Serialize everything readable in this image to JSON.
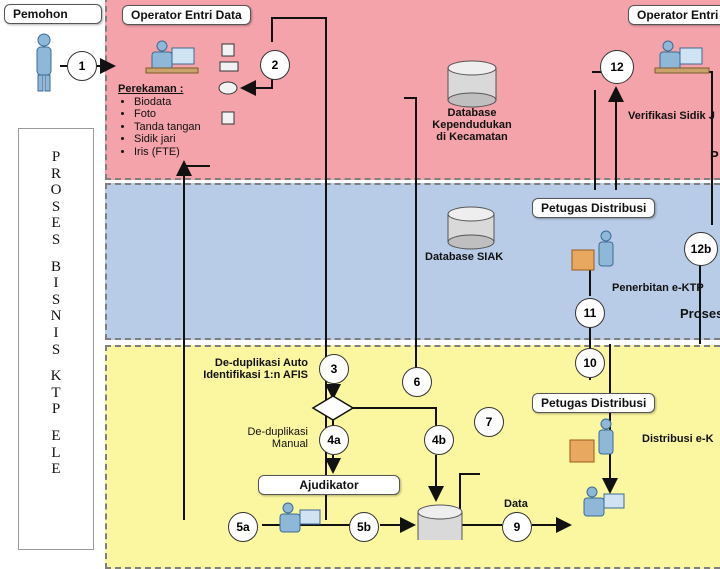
{
  "roles": {
    "pemohon": "Pemohon",
    "operator_left": "Operator Entri Data",
    "operator_right": "Operator Entri",
    "petugas_distribusi_blue": "Petugas Distribusi",
    "petugas_distribusi_yellow": "Petugas Distribusi",
    "ajudikator": "Ajudikator"
  },
  "left_vertical_text": [
    "P",
    "R",
    "O",
    "S",
    "E",
    "S",
    "",
    "B",
    "I",
    "S",
    "N",
    "I",
    "S",
    "",
    "K",
    "T",
    "P",
    "",
    "E",
    "L",
    "E"
  ],
  "perekaman": {
    "title": "Perekaman :",
    "items": [
      "Biodata",
      "Foto",
      "Tanda tangan",
      "Sidik jari",
      "Iris (FTE)"
    ]
  },
  "databases": {
    "kecamatan": [
      "Database",
      "Kependudukan",
      "di Kecamatan"
    ],
    "siak": "Database SIAK"
  },
  "labels": {
    "verifikasi": "Verifikasi Sidik J",
    "p_right": "P",
    "penerbitan": "Penerbitan e-KTP",
    "proses_right": "Proses",
    "dedup_auto": [
      "De-duplikasi Auto",
      "Identifikasi 1:n AFIS"
    ],
    "dedup_manual": [
      "De-duplikasi",
      "Manual"
    ],
    "distribusi": "Distribusi e-K",
    "data": "Data"
  },
  "steps": [
    "1",
    "2",
    "3",
    "4a",
    "4b",
    "5a",
    "5b",
    "6",
    "7",
    "9",
    "10",
    "11",
    "12",
    "12b"
  ],
  "colors": {
    "lane_pink": "#f4a3aa",
    "lane_blue": "#b8cce8",
    "lane_yellow": "#fbf7a0"
  }
}
